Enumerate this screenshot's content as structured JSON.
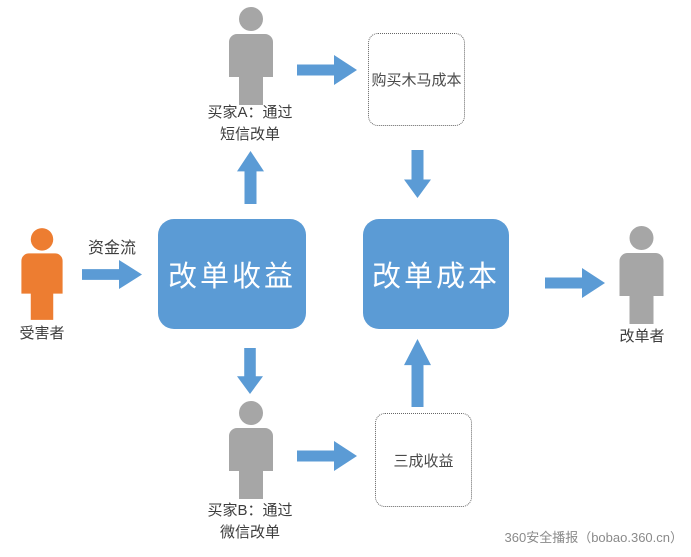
{
  "colors": {
    "blue": "#5B9BD5",
    "orange": "#ED7D31",
    "gray": "#A6A6A6",
    "label": "#3D3D3D",
    "box_text": "#FFFFFF",
    "dotted_border": "#666666",
    "watermark": "#8A8A8A"
  },
  "nodes": {
    "victim": {
      "label": "受害者",
      "icon": "person-icon"
    },
    "buyer_a": {
      "line1": "买家A：通过",
      "line2": "短信改单",
      "icon": "person-icon"
    },
    "buyer_b": {
      "line1": "买家B：通过",
      "line2": "微信改单",
      "icon": "person-icon"
    },
    "changer": {
      "label": "改单者",
      "icon": "person-icon"
    },
    "revenue": {
      "label": "改单收益"
    },
    "cost": {
      "label": "改单成本"
    },
    "trojan_cost": {
      "label": "购买木马成本"
    },
    "share": {
      "label": "三成收益"
    }
  },
  "flow": {
    "money_label": "资金流"
  },
  "footer": {
    "watermark": "360安全播报（bobao.360.cn）"
  }
}
